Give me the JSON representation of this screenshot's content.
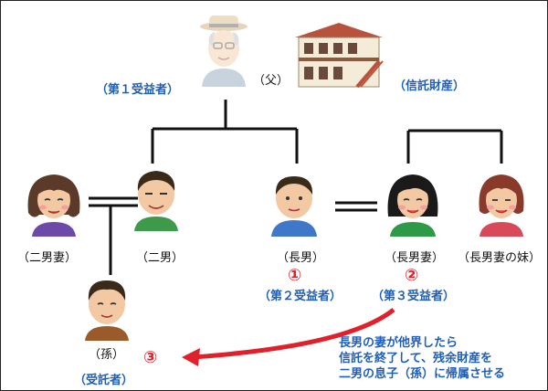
{
  "labels": {
    "father": "（父）",
    "beneficiary1": "（第１受益者）",
    "trust_property": "（信託財産）",
    "second_son_wife": "（二男妻）",
    "second_son": "（二男）",
    "eldest_son": "（長男）",
    "eldest_son_wife": "（長男妻）",
    "eldest_son_wife_sister": "（長男妻の妹）",
    "grandchild": "（孫）",
    "trustee": "（受託者）",
    "beneficiary2": "（第２受益者）",
    "beneficiary3": "（第３受益者）"
  },
  "markers": {
    "one": "①",
    "two": "②",
    "three": "③"
  },
  "note": {
    "line1": "長男の妻が他界したら",
    "line2": "信託を終了して、残余財産を",
    "line3": "二男の息子（孫）に帰属させる"
  },
  "colors": {
    "accent_blue": "#1f5fb8",
    "arrow_red": "#e0202a"
  }
}
